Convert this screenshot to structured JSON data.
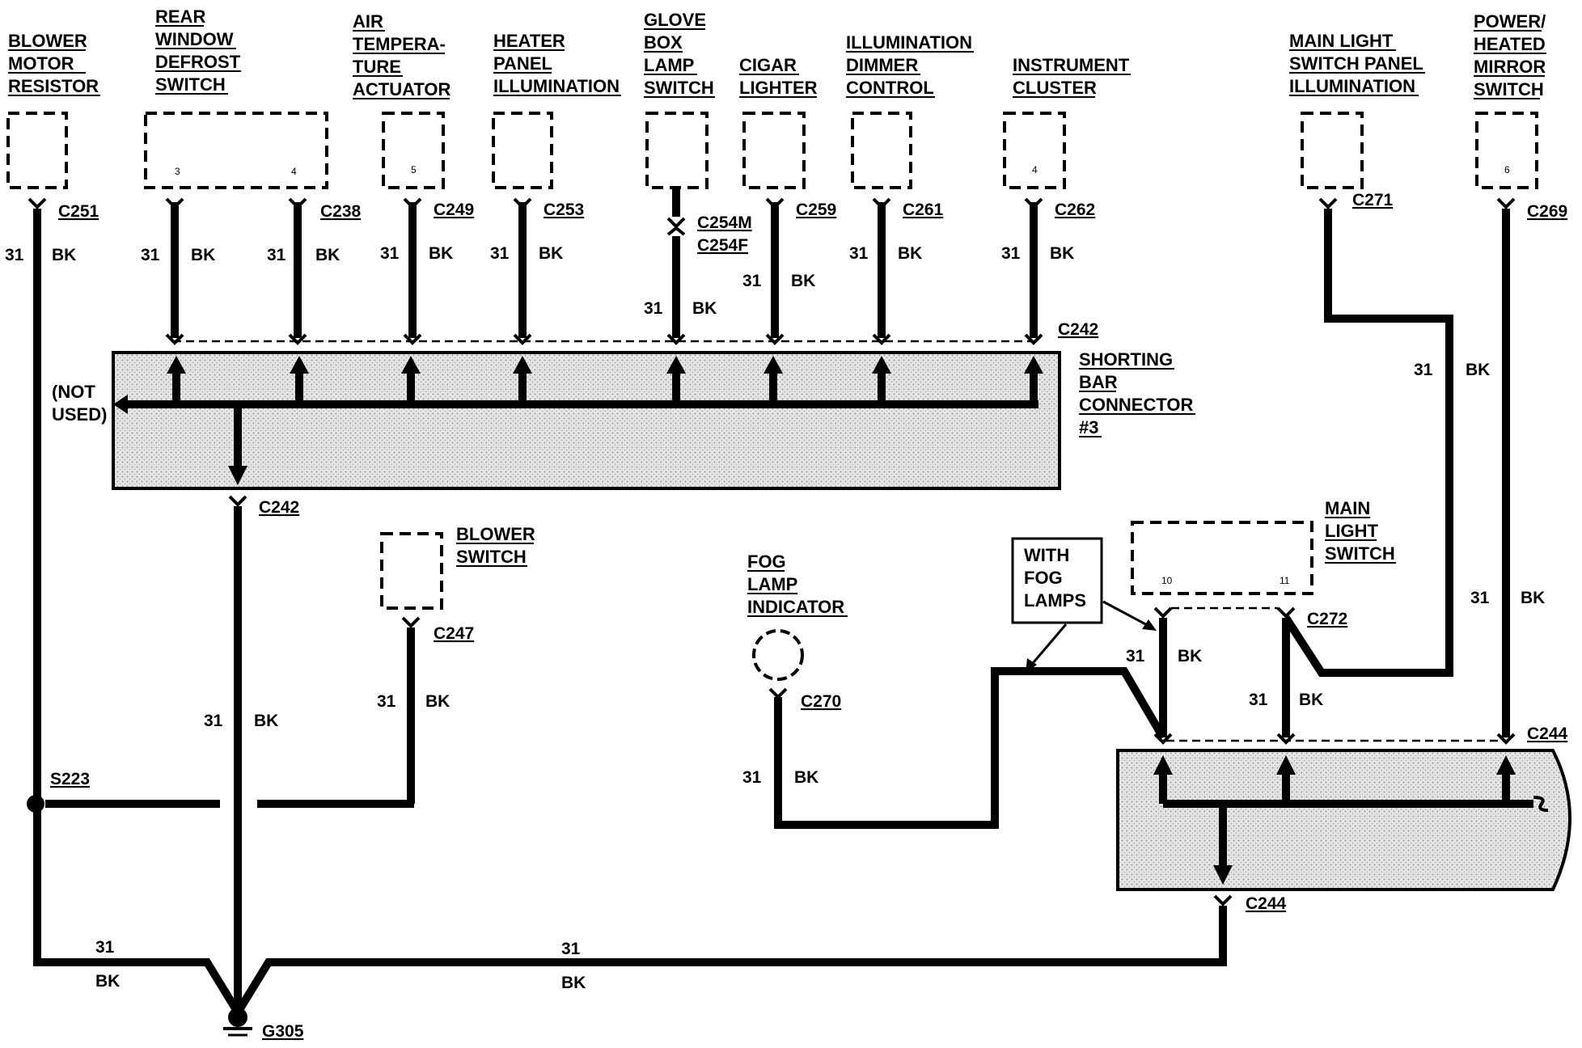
{
  "components": {
    "blower_motor_resistor": [
      "BLOWER",
      "MOTOR",
      "RESISTOR"
    ],
    "rear_window_defrost_switch": [
      "REAR",
      "WINDOW",
      "DEFROST",
      "SWITCH"
    ],
    "air_temperature_actuator": [
      "AIR",
      "TEMPERA-",
      "TURE",
      "ACTUATOR"
    ],
    "heater_panel_illumination": [
      "HEATER",
      "PANEL",
      "ILLUMINATION"
    ],
    "glove_box_lamp_switch": [
      "GLOVE",
      "BOX",
      "LAMP",
      "SWITCH"
    ],
    "cigar_lighter": [
      "CIGAR",
      "LIGHTER"
    ],
    "illumination_dimmer_control": [
      "ILLUMINATION",
      "DIMMER",
      "CONTROL"
    ],
    "instrument_cluster": [
      "INSTRUMENT",
      "CLUSTER"
    ],
    "main_light_switch_panel_illumination": [
      "MAIN LIGHT",
      "SWITCH PANEL",
      "ILLUMINATION"
    ],
    "power_heated_mirror_switch": [
      "POWER/",
      "HEATED",
      "MIRROR",
      "SWITCH"
    ],
    "shorting_bar_connector": [
      "SHORTING",
      "BAR",
      "CONNECTOR",
      "#3"
    ],
    "not_used": [
      "(NOT",
      "USED)"
    ],
    "blower_switch": [
      "BLOWER",
      "SWITCH"
    ],
    "fog_lamp_indicator": [
      "FOG",
      "LAMP",
      "INDICATOR"
    ],
    "main_light_switch": [
      "MAIN",
      "LIGHT",
      "SWITCH"
    ],
    "with_fog_lamps": [
      "WITH",
      "FOG",
      "LAMPS"
    ]
  },
  "pins": {
    "defrost_left": "3",
    "defrost_right": "4",
    "air_temp": "5",
    "instrument": "4",
    "mirror": "6",
    "main_light_left": "10",
    "main_light_right": "11"
  },
  "connectors": {
    "c251": "C251",
    "c238": "C238",
    "c249": "C249",
    "c253": "C253",
    "c254m": "C254M",
    "c254f": "C254F",
    "c259": "C259",
    "c261": "C261",
    "c262": "C262",
    "c271": "C271",
    "c269": "C269",
    "c242_top": "C242",
    "c242_bottom": "C242",
    "c247": "C247",
    "c270": "C270",
    "c272": "C272",
    "c244_top": "C244",
    "c244_bottom": "C244",
    "s223": "S223",
    "g305": "G305"
  },
  "wire": {
    "circuit": "31",
    "color": "BK"
  },
  "colors": {
    "line": "#000000",
    "shading": "#dedede",
    "background": "#ffffff"
  }
}
